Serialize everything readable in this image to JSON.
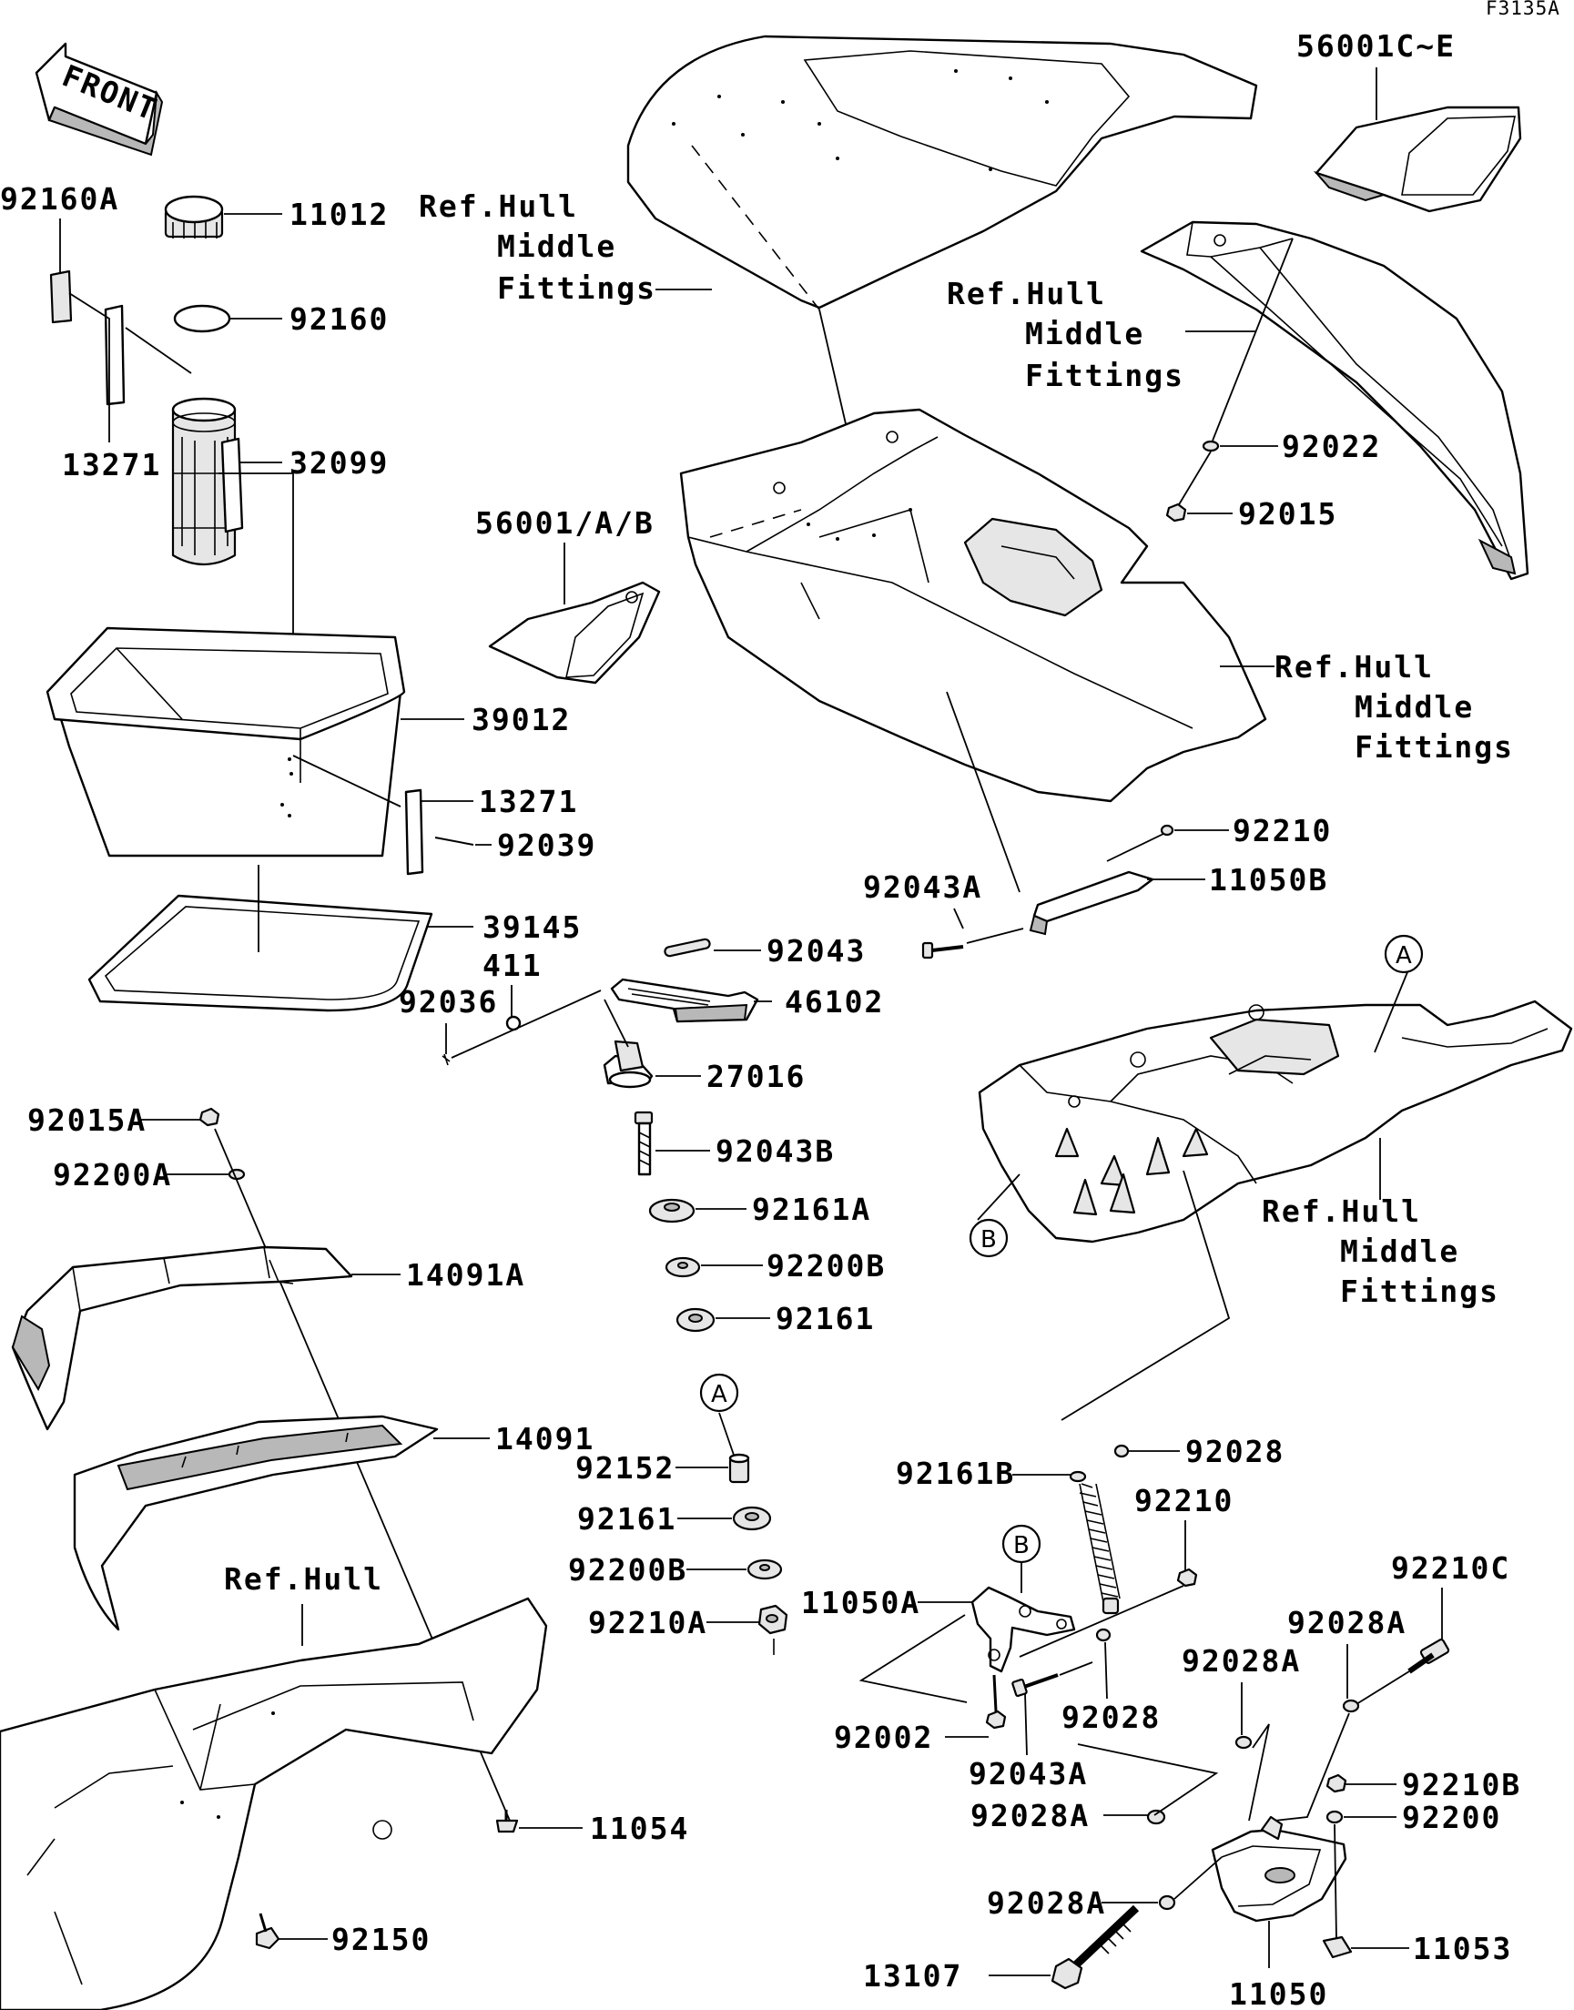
{
  "figure_code": "F3135A",
  "front_label": "FRONT",
  "parts": {
    "p56001CE": "56001C~E",
    "p92160A": "92160A",
    "p11012": "11012",
    "p92160": "92160",
    "p13271a": "13271",
    "p32099": "32099",
    "p56001AB": "56001/A/B",
    "p39012": "39012",
    "p13271b": "13271",
    "p92039": "92039",
    "p39145": "39145",
    "p411": "411",
    "p92036": "92036",
    "p92043": "92043",
    "p46102": "46102",
    "p27016": "27016",
    "p92043B": "92043B",
    "p92161A": "92161A",
    "p92200B1": "92200B",
    "p92161a": "92161",
    "p92152": "92152",
    "p92161b": "92161",
    "p92200B2": "92200B",
    "p92210A": "92210A",
    "p92015A": "92015A",
    "p92200A": "92200A",
    "p14091A": "14091A",
    "p14091": "14091",
    "p11054": "11054",
    "p92150": "92150",
    "p92022": "92022",
    "p92015": "92015",
    "p92210a": "92210",
    "p11050B": "11050B",
    "p92043A": "92043A",
    "p92028a": "92028",
    "p92161B": "92161B",
    "p92210b": "92210",
    "p92210C": "92210C",
    "p92028Aa": "92028A",
    "p92028Ab": "92028A",
    "p11050A": "11050A",
    "p92002": "92002",
    "p92043Ab": "92043A",
    "p92028b": "92028",
    "p92028Ac": "92028A",
    "p92210B": "92210B",
    "p92200": "92200",
    "p92028Ad": "92028A",
    "p11053": "11053",
    "p13107": "13107",
    "p11050": "11050"
  },
  "refs": {
    "ref1": [
      "Ref.Hull",
      "Middle",
      "Fittings"
    ],
    "ref2": [
      "Ref.Hull",
      "Middle",
      "Fittings"
    ],
    "ref3": [
      "Ref.Hull",
      "Middle",
      "Fittings"
    ],
    "ref4": [
      "Ref.Hull",
      "Middle",
      "Fittings"
    ],
    "ref5": "Ref.Hull"
  },
  "markers": {
    "A": "A",
    "B": "B"
  }
}
